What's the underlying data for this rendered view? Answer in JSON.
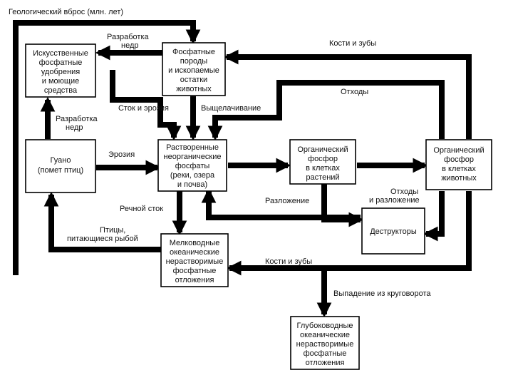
{
  "title": "Геологический вброс (млн. лет)",
  "nodes": {
    "fertilizers": [
      "Искусственные",
      "фосфатные",
      "удобрения",
      "и моющие",
      "средства"
    ],
    "rocks": [
      "Фосфатные",
      "породы",
      "и ископаемые",
      "остатки",
      "животных"
    ],
    "guano": [
      "Гуано",
      "(помет птиц)"
    ],
    "dissolved": [
      "Растворенные",
      "неорганические",
      "фосфаты",
      "(реки, озера",
      "и почва)"
    ],
    "plant_p": [
      "Органический",
      "фосфор",
      "в клетках",
      "растений"
    ],
    "animal_p": [
      "Органический",
      "фосфор",
      "в клетках",
      "животных"
    ],
    "decomposers": [
      "Деструкторы"
    ],
    "shallow": [
      "Мелководные",
      "океанические",
      "нерастворимые",
      "фосфатные",
      "отложения"
    ],
    "deep": [
      "Глубоководные",
      "океанические",
      "нерастворимые",
      "фосфатные",
      "отложения"
    ]
  },
  "labels": {
    "mining_top": [
      "Разработка",
      "недр"
    ],
    "bones_top": "Кости и зубы",
    "waste": "Отходы",
    "runoff_erosion": "Сток и эрозия",
    "leaching": "Выщелачивание",
    "mining_left": [
      "Разработка",
      "недр"
    ],
    "erosion": "Эрозия",
    "decomposition": "Разложение",
    "waste_decomp": [
      "Отходы",
      "и разложение"
    ],
    "river_runoff": "Речной сток",
    "birds": [
      "Птицы,",
      "питающиеся рыбой"
    ],
    "bones_bottom": "Кости и зубы",
    "out_of_cycle": "Выпадение из круговорота"
  }
}
